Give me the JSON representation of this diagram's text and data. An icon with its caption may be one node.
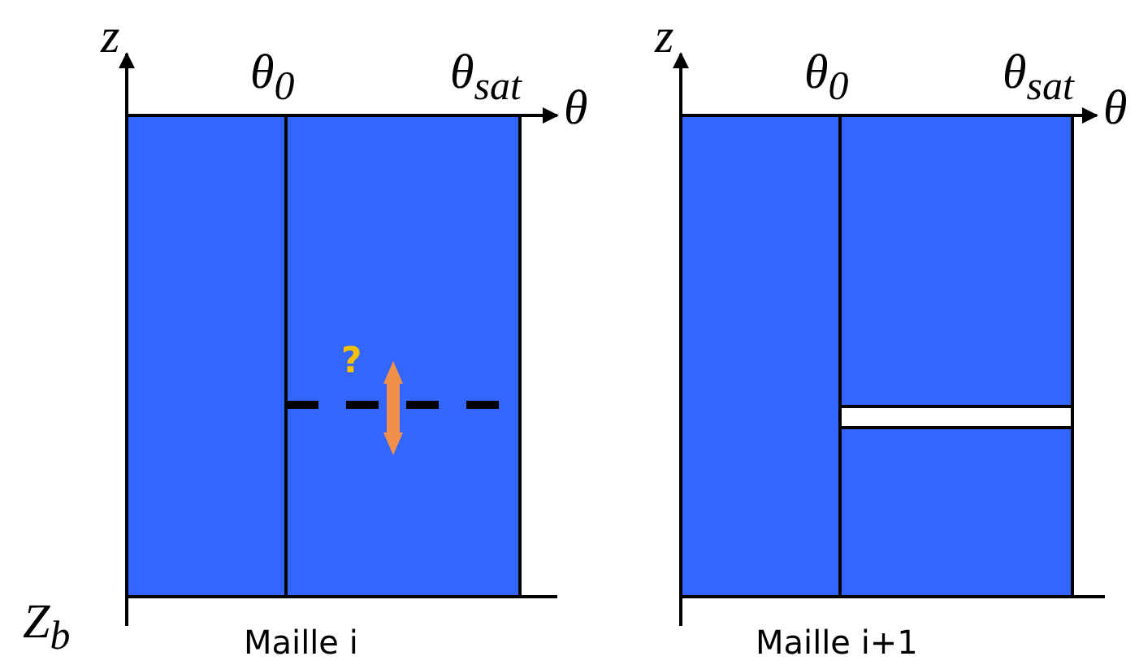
{
  "diagram": {
    "labels": [
      "z",
      "θ$_{0}$",
      "θ$_{sat}$",
      "θ",
      "?",
      "Z$_{b}$",
      "Maille i",
      "z",
      "θ$_{0}$",
      "θ$_{sat}$",
      "θ",
      "Maille i+1"
    ]
  }
}
